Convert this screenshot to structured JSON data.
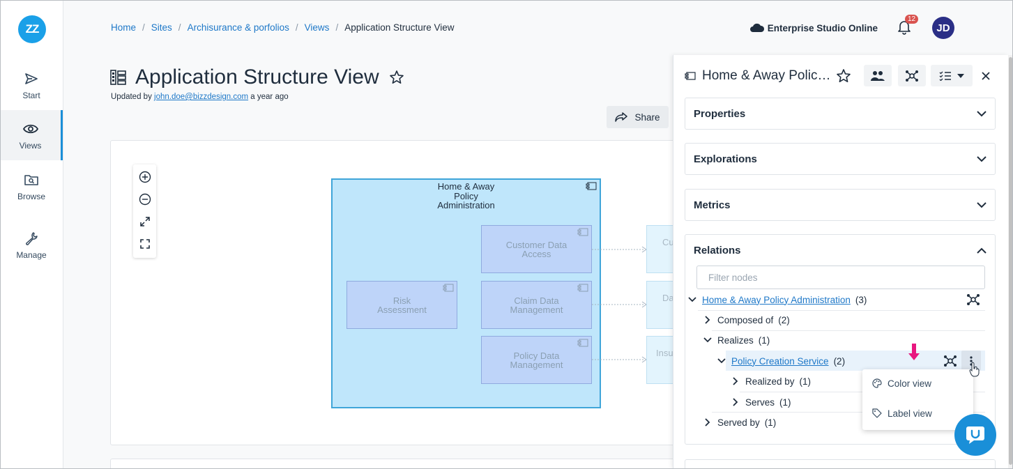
{
  "nav": {
    "logo": "ZZ",
    "items": [
      {
        "label": "Start",
        "icon": "send-icon"
      },
      {
        "label": "Views",
        "icon": "eye-icon",
        "active": true
      },
      {
        "label": "Browse",
        "icon": "folder-search-icon"
      },
      {
        "label": "Manage",
        "icon": "wrench-icon"
      }
    ]
  },
  "breadcrumb": {
    "items": [
      "Home",
      "Sites",
      "Archisurance & porfolios",
      "Views"
    ],
    "current": "Application Structure View"
  },
  "topbar": {
    "studio": "Enterprise Studio Online",
    "notifications": "12",
    "avatar": "JD"
  },
  "page": {
    "title": "Application Structure View",
    "updated_prefix": "Updated by",
    "updated_user": "john.doe@bizzdesign.com",
    "updated_suffix": "a year ago",
    "share": "Share"
  },
  "diagram": {
    "container": "Home & Away Policy Administration",
    "container_lines": [
      "Home & Away",
      "Policy",
      "Administration"
    ],
    "nodes": {
      "customer": [
        "Customer Data",
        "Access"
      ],
      "risk": [
        "Risk",
        "Assessment"
      ],
      "claim": [
        "Claim Data",
        "Management"
      ],
      "policy": [
        "Policy Data",
        "Management"
      ]
    },
    "ghosts": [
      "Cu",
      "Da",
      "Insu"
    ]
  },
  "panel": {
    "title": "Home & Away Polic…",
    "sections": {
      "properties": "Properties",
      "explorations": "Explorations",
      "metrics": "Metrics",
      "relations": "Relations"
    },
    "filter_placeholder": "Filter nodes",
    "tree": {
      "root": {
        "label": "Home & Away Policy Administration",
        "count": "(3)"
      },
      "composed": {
        "label": "Composed of",
        "count": "(2)"
      },
      "realizes": {
        "label": "Realizes",
        "count": "(1)"
      },
      "service": {
        "label": "Policy Creation Service",
        "count": "(2)"
      },
      "realized_by": {
        "label": "Realized by",
        "count": "(1)"
      },
      "serves": {
        "label": "Serves",
        "count": "(1)"
      },
      "served_by": {
        "label": "Served by",
        "count": "(1)"
      }
    },
    "context_menu": [
      "Color view",
      "Label view"
    ]
  },
  "colors": {
    "accent": "#1a8fd8",
    "link": "#1e78c8",
    "highlight_arrow": "#e8177f"
  }
}
